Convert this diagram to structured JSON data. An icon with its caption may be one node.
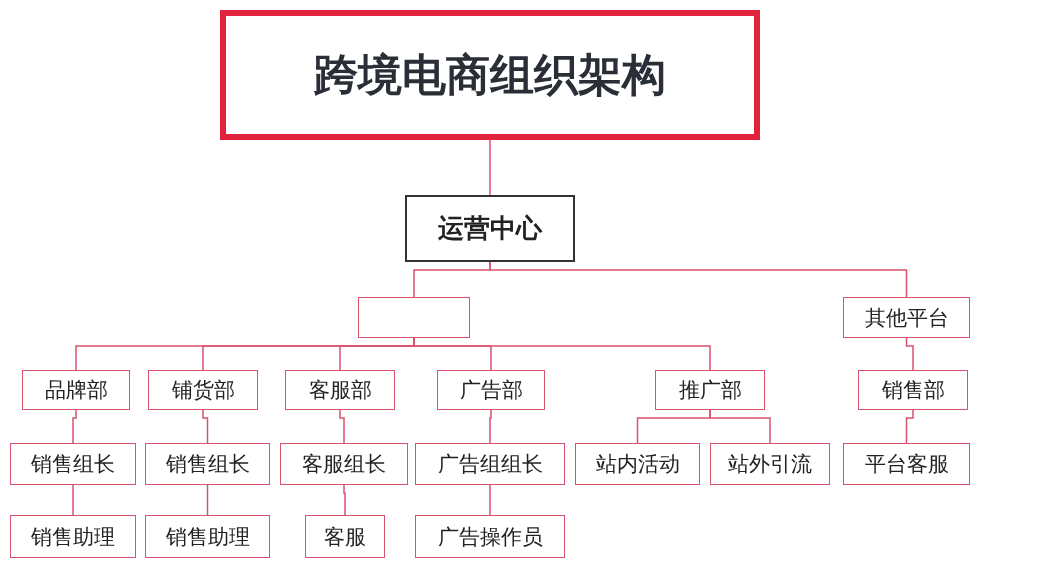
{
  "diagram": {
    "title": "跨境电商组织架构",
    "nodes": [
      {
        "text": [
          "运营中心"
        ]
      },
      {
        "text": [],
        "shape": "box"
      },
      {
        "text": [
          "其他平台"
        ]
      },
      {
        "text": [
          "品牌部"
        ]
      },
      {
        "text": [
          "铺货部"
        ]
      },
      {
        "text": [
          "客服部"
        ]
      },
      {
        "text": [
          "广告部"
        ]
      },
      {
        "text": [
          "推广部"
        ]
      },
      {
        "text": [
          "销售部"
        ]
      },
      {
        "text": [
          "销售组长"
        ]
      },
      {
        "text": [
          "销售组长"
        ]
      },
      {
        "text": [
          "客服组长"
        ]
      },
      {
        "text": [
          "广告组组长"
        ]
      },
      {
        "text": [
          "站内活动"
        ]
      },
      {
        "text": [
          "站外引流"
        ]
      },
      {
        "text": [
          "平台客服"
        ]
      },
      {
        "text": [
          "销售助理"
        ]
      },
      {
        "text": [
          "销售助理"
        ]
      },
      {
        "text": [
          "客服"
        ]
      },
      {
        "text": [
          "广告操作员"
        ]
      }
    ],
    "edges": [
      {
        "from": null,
        "to": 0,
        "arrow": "none"
      },
      {
        "from": 0,
        "to": 1,
        "arrow": "none"
      },
      {
        "from": 0,
        "to": 2,
        "arrow": "none"
      },
      {
        "from": 1,
        "to": 3,
        "arrow": "none"
      },
      {
        "from": 1,
        "to": 4,
        "arrow": "none"
      },
      {
        "from": 1,
        "to": 5,
        "arrow": "none"
      },
      {
        "from": 1,
        "to": 6,
        "arrow": "none"
      },
      {
        "from": 1,
        "to": 7,
        "arrow": "none"
      },
      {
        "from": 2,
        "to": 8,
        "arrow": "none"
      },
      {
        "from": 3,
        "to": 9,
        "arrow": "none"
      },
      {
        "from": 4,
        "to": 10,
        "arrow": "none"
      },
      {
        "from": 5,
        "to": 11,
        "arrow": "none"
      },
      {
        "from": 6,
        "to": 12,
        "arrow": "none"
      },
      {
        "from": 7,
        "to": 13,
        "arrow": "none"
      },
      {
        "from": 7,
        "to": 14,
        "arrow": "none"
      },
      {
        "from": 8,
        "to": 15,
        "arrow": "none"
      },
      {
        "from": 9,
        "to": 16,
        "arrow": "none"
      },
      {
        "from": 10,
        "to": 17,
        "arrow": "none"
      },
      {
        "from": 11,
        "to": 18,
        "arrow": "none"
      },
      {
        "from": 12,
        "to": 19,
        "arrow": "none"
      }
    ]
  }
}
